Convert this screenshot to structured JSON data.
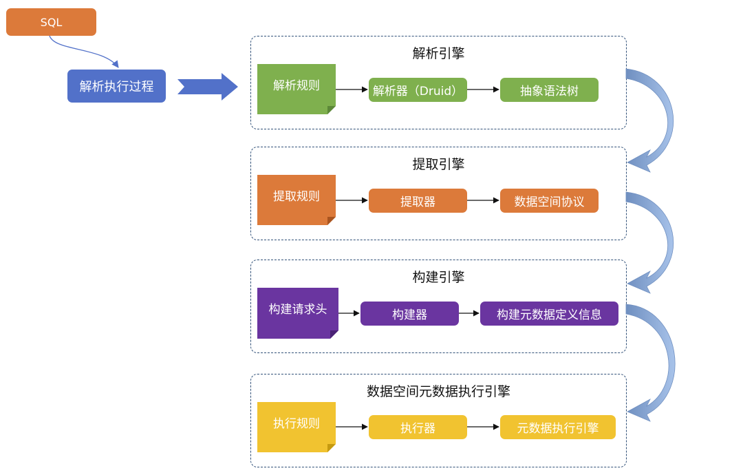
{
  "sql_label": "SQL",
  "main_process_label": "解析执行过程",
  "colors": {
    "orange": "#dc7a3a",
    "blue": "#5271c9",
    "green": "#7fb04e",
    "purple": "#6a35a0",
    "yellow": "#f1c330",
    "border": "#2f4f77",
    "curve_arrow": "#7fa2d6"
  },
  "engines": [
    {
      "title": "解析引擎",
      "rule": "解析规则",
      "processor": "解析器（Druid）",
      "output": "抽象语法树"
    },
    {
      "title": "提取引擎",
      "rule": "提取规则",
      "processor": "提取器",
      "output": "数据空间协议"
    },
    {
      "title": "构建引擎",
      "rule": "构建请求头",
      "processor": "构建器",
      "output": "构建元数据定义信息"
    },
    {
      "title": "数据空间元数据执行引擎",
      "rule": "执行规则",
      "processor": "执行器",
      "output": "元数据执行引擎"
    }
  ]
}
